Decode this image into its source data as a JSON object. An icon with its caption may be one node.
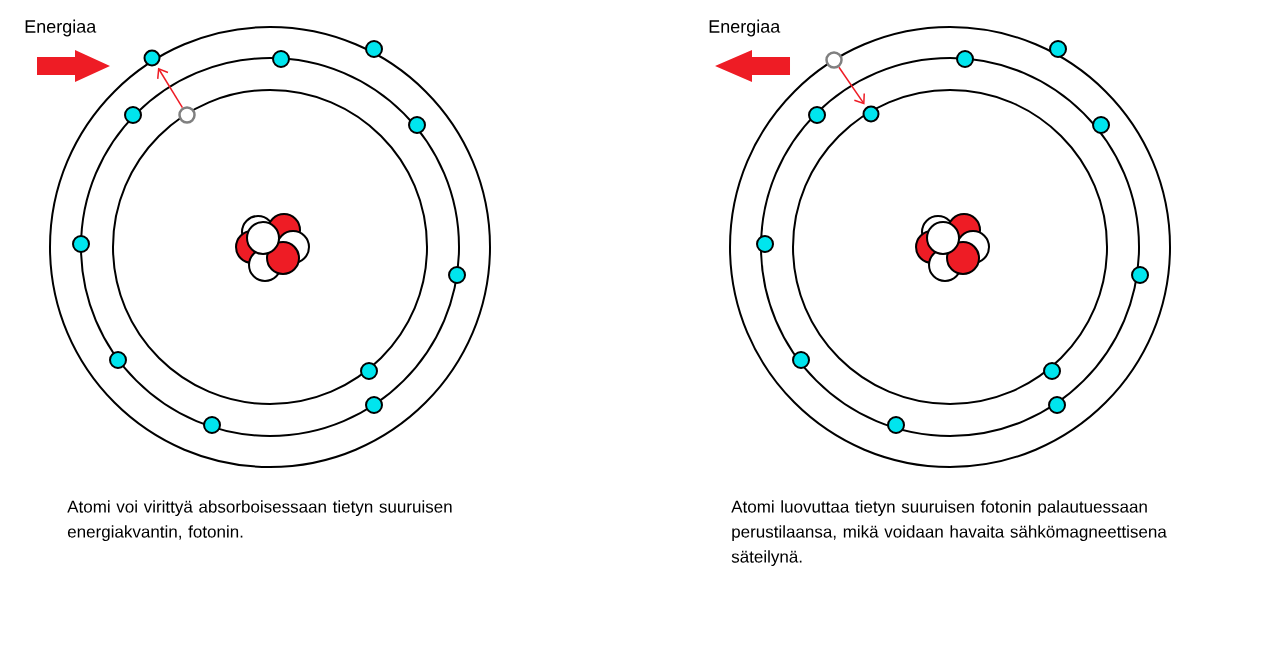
{
  "diagram": {
    "nodes": [
      {
        "text": [],
        "shape": "circle"
      },
      {
        "text": [],
        "shape": "circle"
      },
      {
        "text": [],
        "shape": "circle"
      },
      {
        "text": [],
        "shape": "circle"
      }
    ],
    "edges": [
      {
        "from": 0,
        "to": 1,
        "arrow": "to"
      },
      {
        "from": 2,
        "to": 3,
        "arrow": "to"
      }
    ],
    "labels": [
      "Energiaa",
      "Energiaa",
      "Atomi voi virittyä absorboisessaan tietyn suuruisen energiakvantin, fotonin.",
      "Atomi luovuttaa tietyn suuruisen fotonin palautuessaan perustilaansa, mikä voidaan havaita sähkömagneettisena säteilynä."
    ]
  }
}
